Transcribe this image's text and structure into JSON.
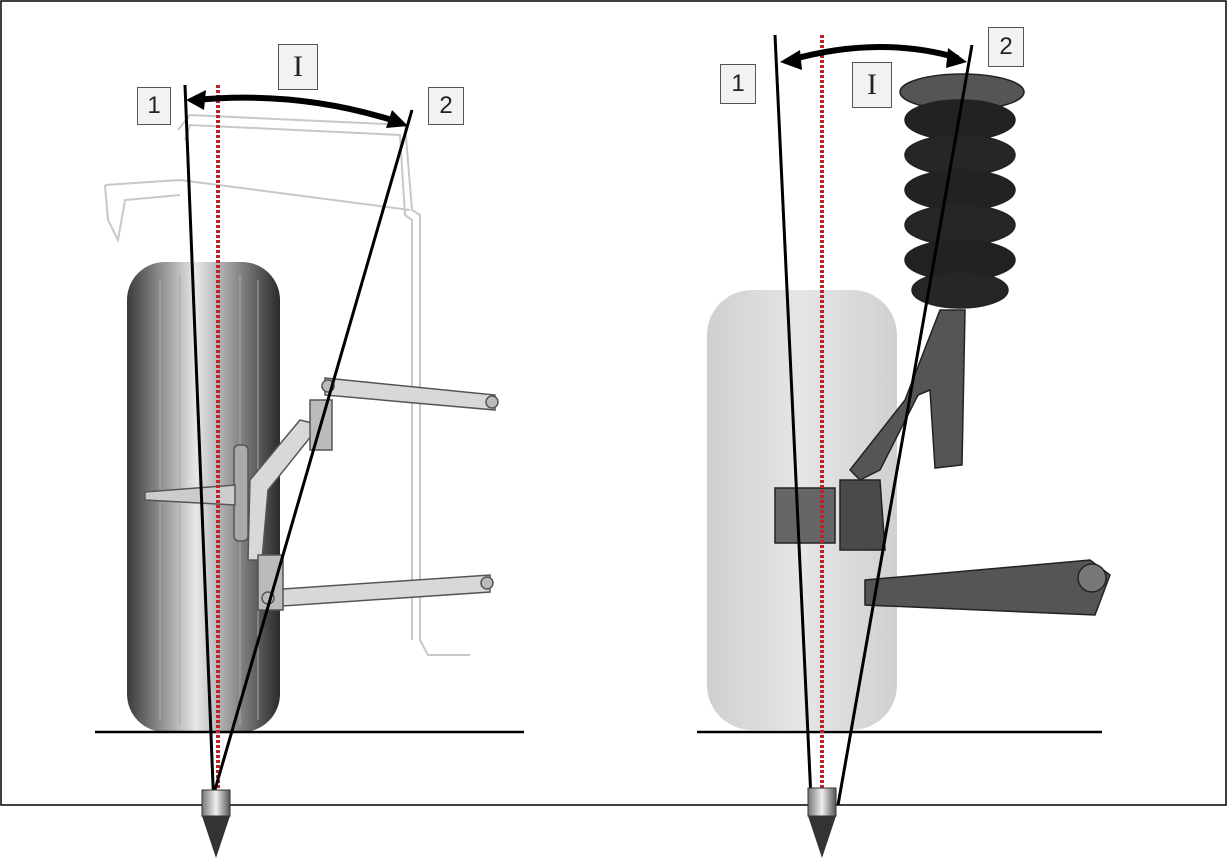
{
  "left_diagram": {
    "label_1": "1",
    "label_2": "2",
    "angle_label": "I"
  },
  "right_diagram": {
    "label_1": "1",
    "label_2": "2",
    "angle_label": "I"
  },
  "colors": {
    "axis_line": "#000000",
    "vertical_reference": "#c0202a",
    "frame": "#000000"
  }
}
